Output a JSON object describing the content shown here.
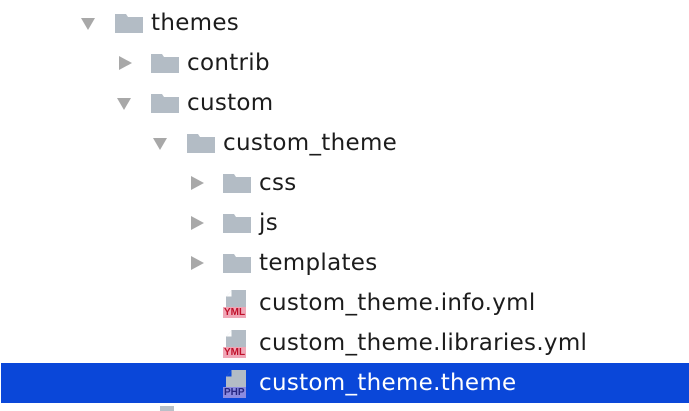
{
  "tree": {
    "items": [
      {
        "label": "themes",
        "type": "folder",
        "expanded": true,
        "depth": 0
      },
      {
        "label": "contrib",
        "type": "folder",
        "expanded": false,
        "depth": 1
      },
      {
        "label": "custom",
        "type": "folder",
        "expanded": true,
        "depth": 1
      },
      {
        "label": "custom_theme",
        "type": "folder",
        "expanded": true,
        "depth": 2
      },
      {
        "label": "css",
        "type": "folder",
        "expanded": false,
        "depth": 3
      },
      {
        "label": "js",
        "type": "folder",
        "expanded": false,
        "depth": 3
      },
      {
        "label": "templates",
        "type": "folder",
        "expanded": false,
        "depth": 3
      },
      {
        "label": "custom_theme.info.yml",
        "type": "file",
        "badge": "YML",
        "depth": 3
      },
      {
        "label": "custom_theme.libraries.yml",
        "type": "file",
        "badge": "YML",
        "depth": 3
      },
      {
        "label": "custom_theme.theme",
        "type": "file",
        "badge": "PHP",
        "depth": 3,
        "selected": true
      }
    ]
  },
  "colors": {
    "selection": "#0a47d9",
    "folder": "#b3bcc5",
    "arrow": "#a8a8a8",
    "yml_badge_bg": "#f0a6b6",
    "yml_badge_text": "#c0102a",
    "php_badge_bg": "#8b8be0",
    "php_badge_text": "#262680"
  }
}
